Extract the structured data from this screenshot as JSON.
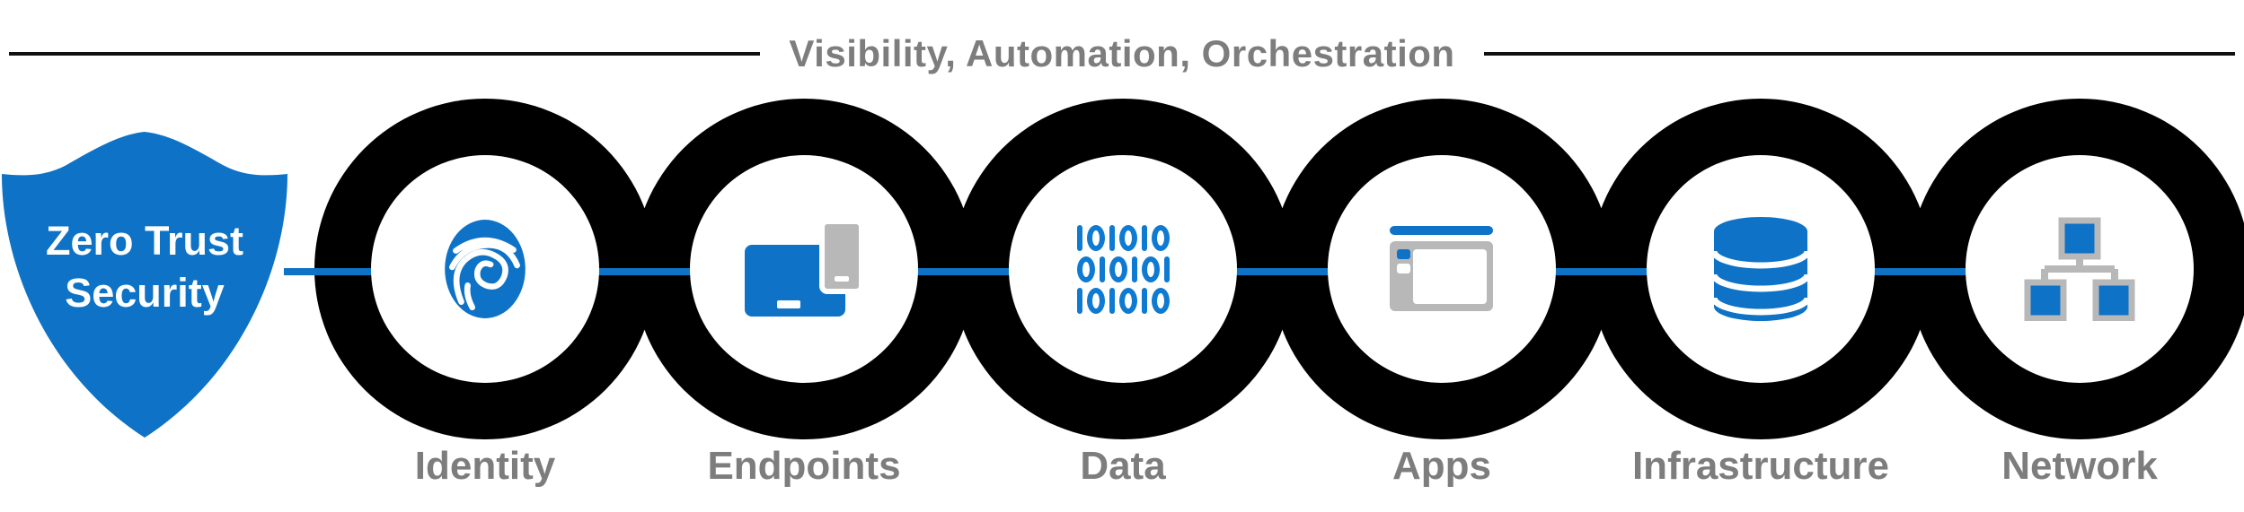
{
  "title": {
    "text": "Visibility, Automation, Orchestration"
  },
  "shield": {
    "label_line1": "Zero Trust",
    "label_line2": "Security"
  },
  "chain": {
    "nodes": [
      {
        "label": "Identity",
        "icon": "fingerprint-icon"
      },
      {
        "label": "Endpoints",
        "icon": "devices-icon"
      },
      {
        "label": "Data",
        "icon": "binary-icon"
      },
      {
        "label": "Apps",
        "icon": "app-window-icon"
      },
      {
        "label": "Infrastructure",
        "icon": "database-icon"
      },
      {
        "label": "Network",
        "icon": "network-icon"
      }
    ],
    "binary_rows": [
      "101010",
      "010101",
      "101010"
    ]
  },
  "colors": {
    "accent": "#0e72c6",
    "binary_blue": "#0f7ad2",
    "ring_black": "#000000",
    "label_gray": "#7d7d7d",
    "icon_gray": "#b8b8b8",
    "title_line": "#111111",
    "background": "#ffffff"
  }
}
